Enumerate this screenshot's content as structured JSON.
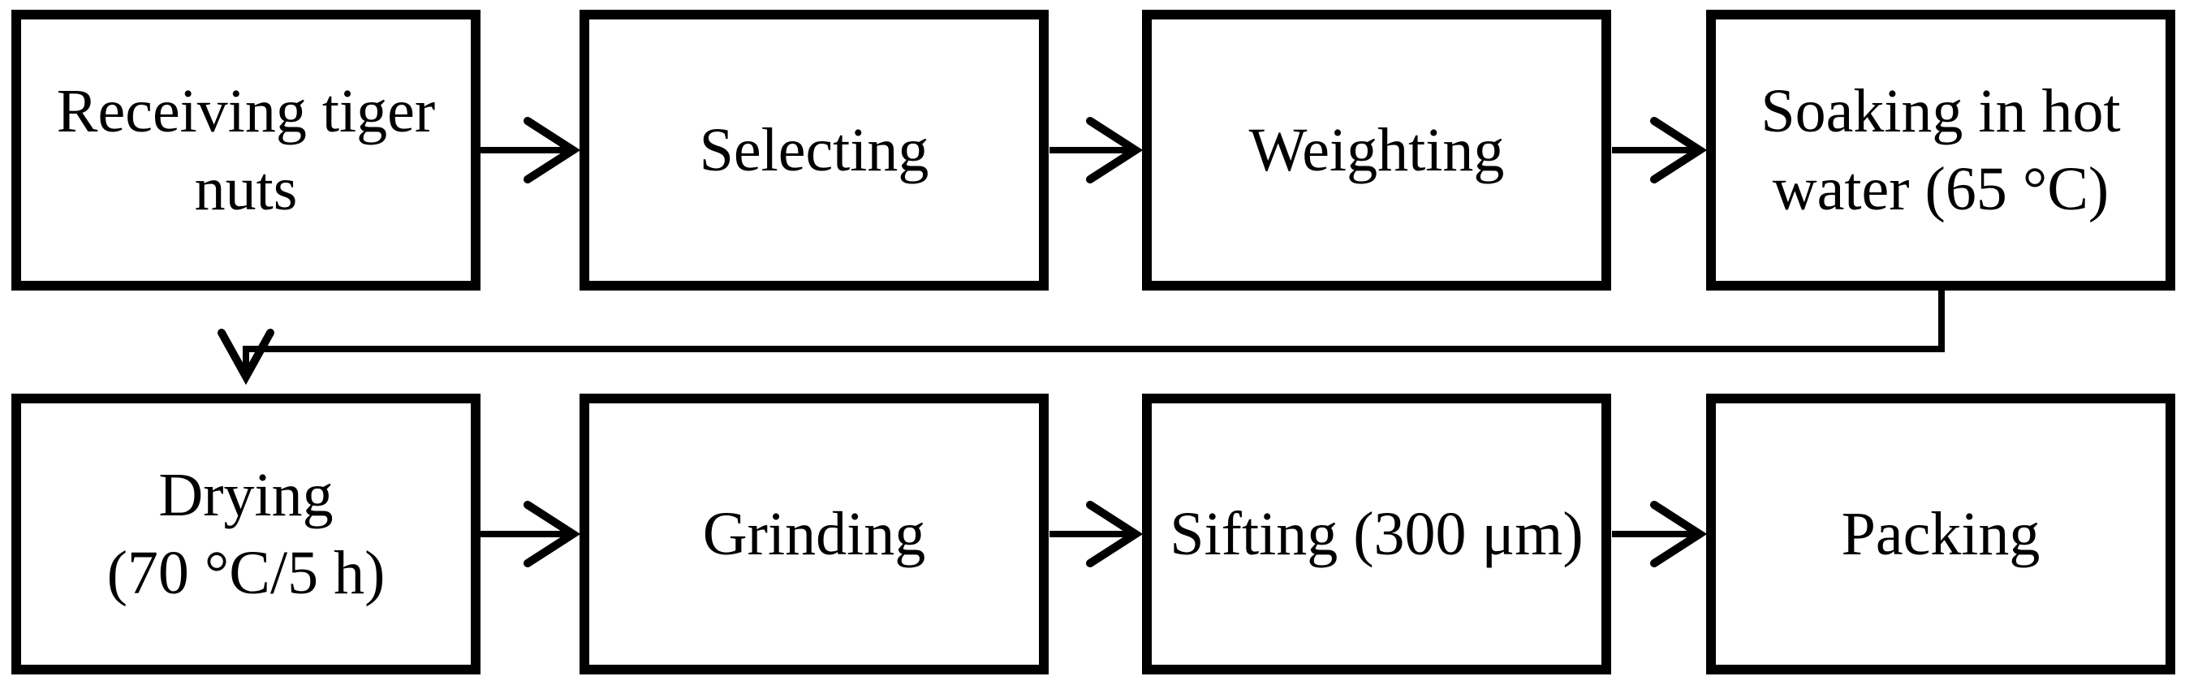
{
  "figure": {
    "background_color": "#ffffff",
    "line_color": "#000000",
    "nodes": [
      {
        "id": "receiving-tiger-nuts",
        "lines": [
          "Receiving tiger",
          "nuts"
        ]
      },
      {
        "id": "selecting",
        "lines": [
          "Selecting"
        ]
      },
      {
        "id": "weighting",
        "lines": [
          "Weighting"
        ]
      },
      {
        "id": "soaking-in-hot-water",
        "lines": [
          "Soaking in hot",
          "water (65 °C)"
        ]
      },
      {
        "id": "drying",
        "lines": [
          "Drying",
          "(70 °C/5 h)"
        ]
      },
      {
        "id": "grinding",
        "lines": [
          "Grinding"
        ]
      },
      {
        "id": "sifting",
        "lines": [
          "Sifting (300 μm)"
        ]
      },
      {
        "id": "packing",
        "lines": [
          "Packing"
        ]
      }
    ],
    "edges": [
      {
        "from": "receiving-tiger-nuts",
        "to": "selecting"
      },
      {
        "from": "selecting",
        "to": "weighting"
      },
      {
        "from": "weighting",
        "to": "soaking-in-hot-water"
      },
      {
        "from": "soaking-in-hot-water",
        "to": "drying"
      },
      {
        "from": "drying",
        "to": "grinding"
      },
      {
        "from": "grinding",
        "to": "sifting"
      },
      {
        "from": "sifting",
        "to": "packing"
      }
    ]
  }
}
